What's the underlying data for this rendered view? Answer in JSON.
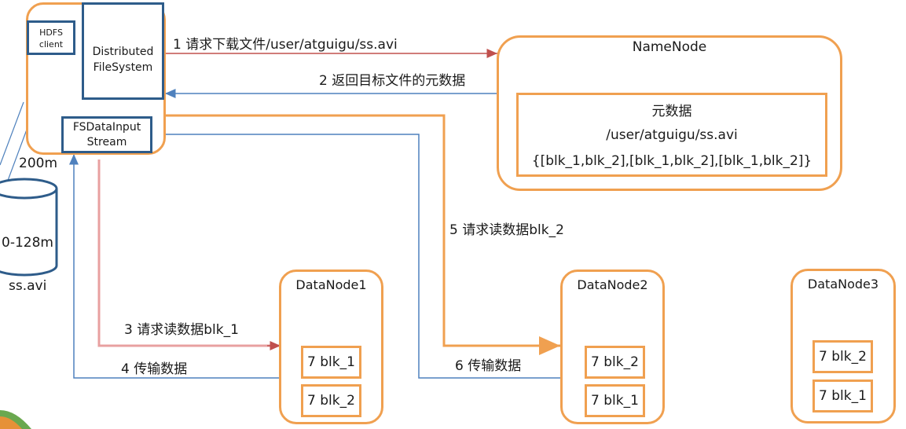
{
  "client": {
    "hdfs_client": "HDFS\nclient",
    "distributed_fs": "Distributed\nFileSystem",
    "fsdatainput": "FSDataInput\nStream"
  },
  "file": {
    "size": "200m",
    "range": "0-128m",
    "name": "ss.avi"
  },
  "namenode": {
    "title": "NameNode",
    "metadata_title": "元数据",
    "path": "/user/atguigu/ss.avi",
    "blocks": "{[blk_1,blk_2],[blk_1,blk_2],[blk_1,blk_2]}"
  },
  "datanodes": [
    {
      "title": "DataNode1",
      "blocks": [
        "7 blk_1",
        "7 blk_2"
      ]
    },
    {
      "title": "DataNode2",
      "blocks": [
        "7 blk_2",
        "7 blk_1"
      ]
    },
    {
      "title": "DataNode3",
      "blocks": [
        "7 blk_2",
        "7 blk_1"
      ]
    }
  ],
  "steps": {
    "s1": "1 请求下载文件/user/atguigu/ss.avi",
    "s2": "2 返回目标文件的元数据",
    "s3": "3 请求读数据blk_1",
    "s4": "4 传输数据",
    "s5": "5 请求读数据blk_2",
    "s6": "6 传输数据"
  },
  "colors": {
    "orange": "#f0a050",
    "blue": "#2e5c8a",
    "red": "#c0504d",
    "pink": "#e8a0a0",
    "line_blue": "#4f81bd"
  }
}
